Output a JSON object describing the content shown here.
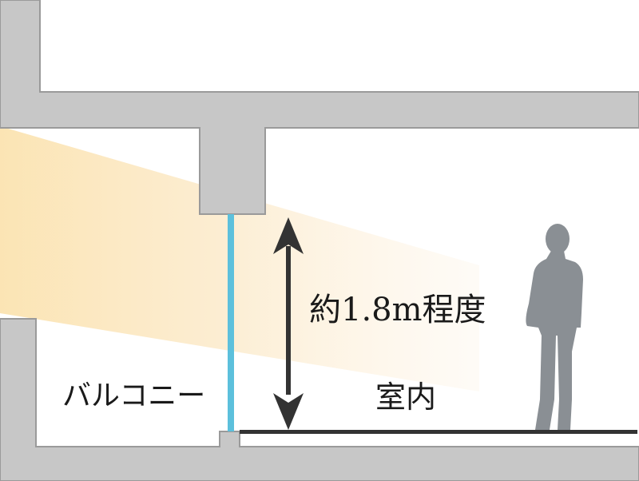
{
  "labels": {
    "height": "約1.8m程度",
    "balcony": "バルコニー",
    "room": "室内"
  },
  "colors": {
    "wall": "#c7c7c7",
    "wall_stroke": "#9a9a9a",
    "window": "#5cc0dc",
    "light": "#fbe3b0",
    "arrow": "#333333",
    "floor": "#333333",
    "person": "#8a8f94"
  }
}
